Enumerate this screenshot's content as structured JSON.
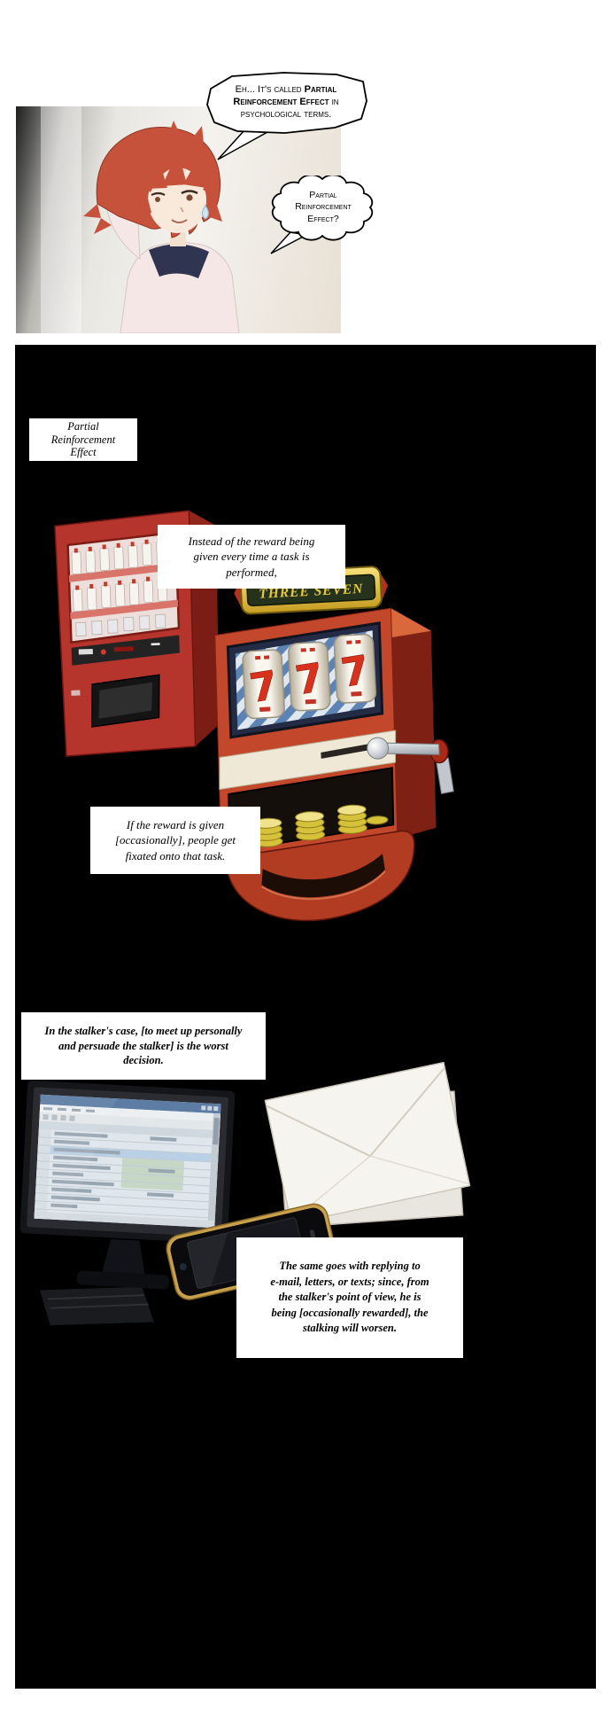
{
  "colors": {
    "page_bg": "#ffffff",
    "black_bg": "#000000",
    "vending_red": "#b5342c",
    "slot_body_orange": "#c2472b",
    "marquee_gold": "#e9c83f",
    "reel_seven_red": "#d8311c",
    "coin_gold": "#d6c23a"
  },
  "speech": {
    "bubble1_pre": "Eh... It's called ",
    "bubble1_bold": "Partial Reinforcement Effect",
    "bubble1_post": " in psychological terms.",
    "bubble2": "Partial\nReinforcement\nEffect?"
  },
  "captions": {
    "term_label": "Partial\nReinforcement\nEffect",
    "reward_intro": "Instead of the reward being\ngiven every time a task is\nperformed,",
    "reward_fixation": "If the reward is given\n[occasionally], people get\nfixated onto that task.",
    "stalker_case": "In the stalker's case, [to meet up personally\nand persuade the stalker] is the worst\ndecision.",
    "stalker_reply": "The same goes with replying to\ne-mail, letters, or texts; since, from\nthe stalker's point of view, he is\nbeing [occasionally rewarded], the\nstalking will worsen."
  },
  "slot_machine": {
    "marquee_text": "THREE SEVEN",
    "reel_symbols": [
      "7",
      "7",
      "7"
    ]
  }
}
